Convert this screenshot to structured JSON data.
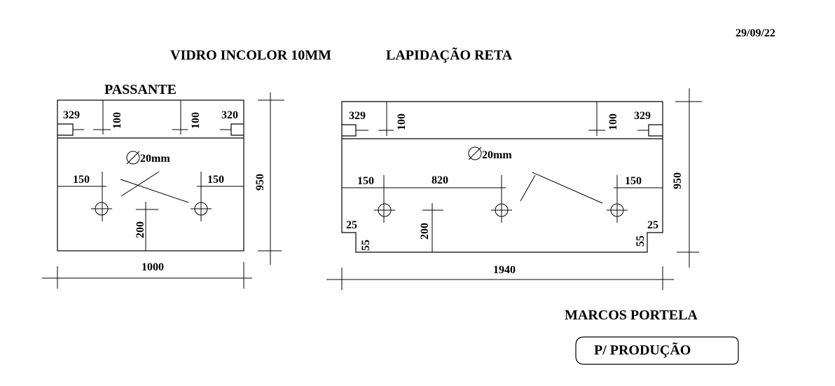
{
  "header": {
    "date": "29/09/22",
    "title": "VIDRO INCOLOR 10MM",
    "finish": "LAPIDAÇÃO RETA"
  },
  "left_panel": {
    "label": "PASSANTE",
    "dim_329": "329",
    "dim_320": "320",
    "dim_100_a": "100",
    "dim_100_b": "100",
    "hole_label": "20mm",
    "dim_150_left": "150",
    "dim_150_right": "150",
    "dim_200": "200",
    "height": "950",
    "width": "1000"
  },
  "right_panel": {
    "dim_329_left": "329",
    "dim_329_right": "329",
    "dim_100_a": "100",
    "dim_100_b": "100",
    "hole_label": "20mm",
    "dim_150_left": "150",
    "dim_820": "820",
    "dim_150_right": "150",
    "dim_25_left": "25",
    "dim_25_right": "25",
    "dim_55_left": "55",
    "dim_55_right": "55",
    "dim_200": "200",
    "height": "950",
    "width": "1940"
  },
  "footer": {
    "author": "MARCOS PORTELA",
    "stamp": "P/ PRODUÇÃO"
  }
}
